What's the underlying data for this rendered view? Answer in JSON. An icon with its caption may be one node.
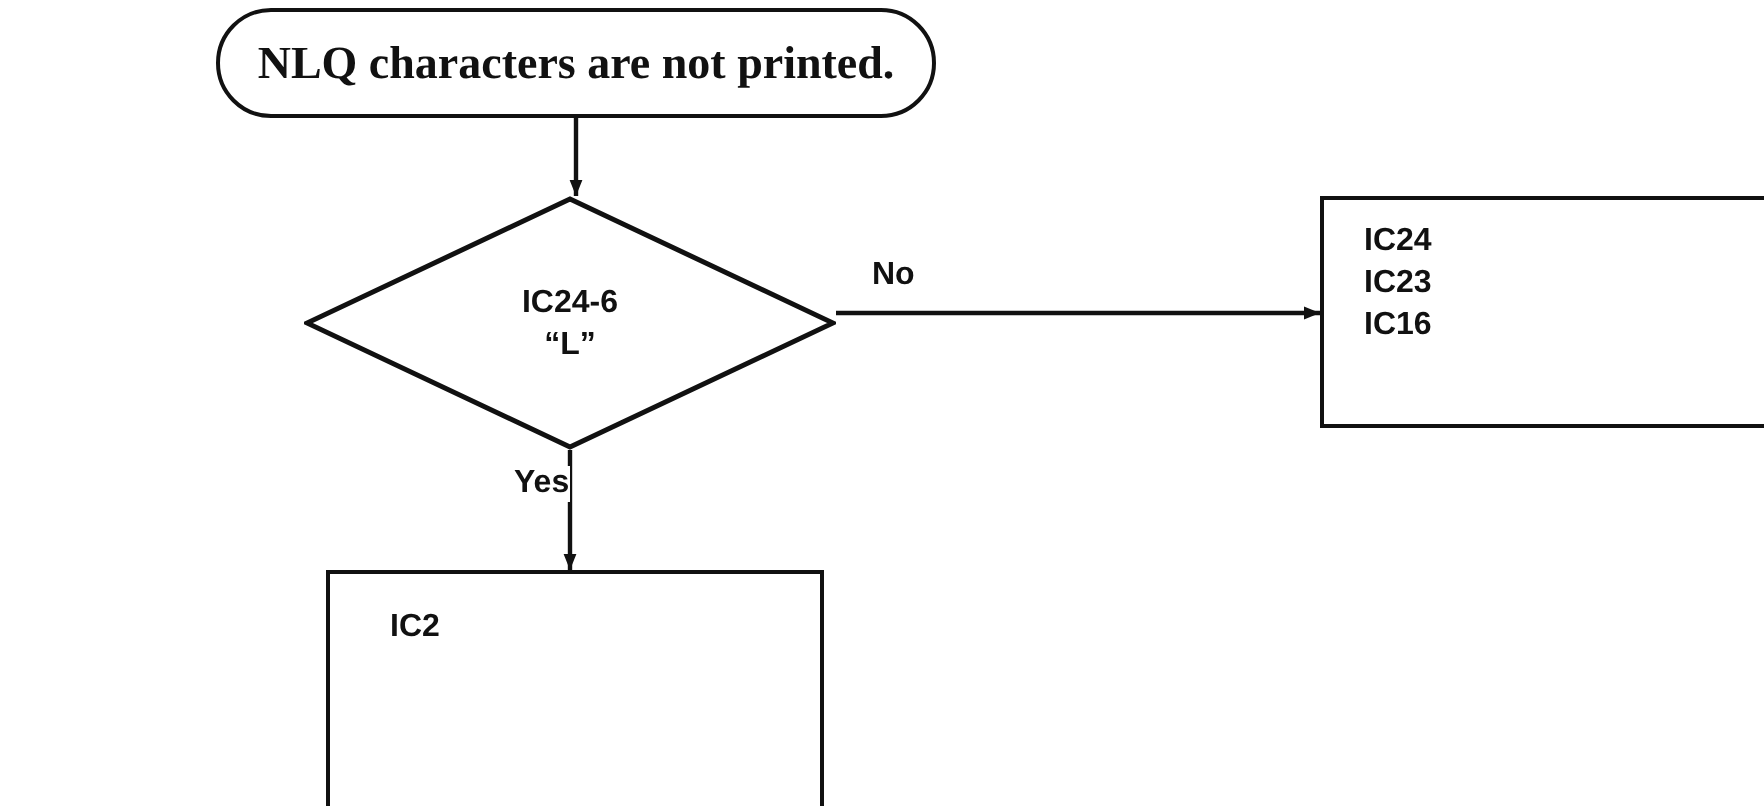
{
  "diagram": {
    "nodes": [
      {
        "text": [
          "NLQ characters are not printed."
        ]
      },
      {
        "text": [
          "IC24-6",
          "“L”"
        ]
      },
      {
        "text": [
          "IC24",
          "IC23",
          "IC16"
        ]
      },
      {
        "text": [
          "IC2"
        ]
      }
    ],
    "edges": [
      {
        "from": 0,
        "to": 1,
        "arrow": "to"
      },
      {
        "from": 1,
        "to": 2,
        "arrow": "to",
        "label": "No"
      },
      {
        "from": 1,
        "to": 3,
        "arrow": "to",
        "label": "Yes"
      }
    ]
  }
}
